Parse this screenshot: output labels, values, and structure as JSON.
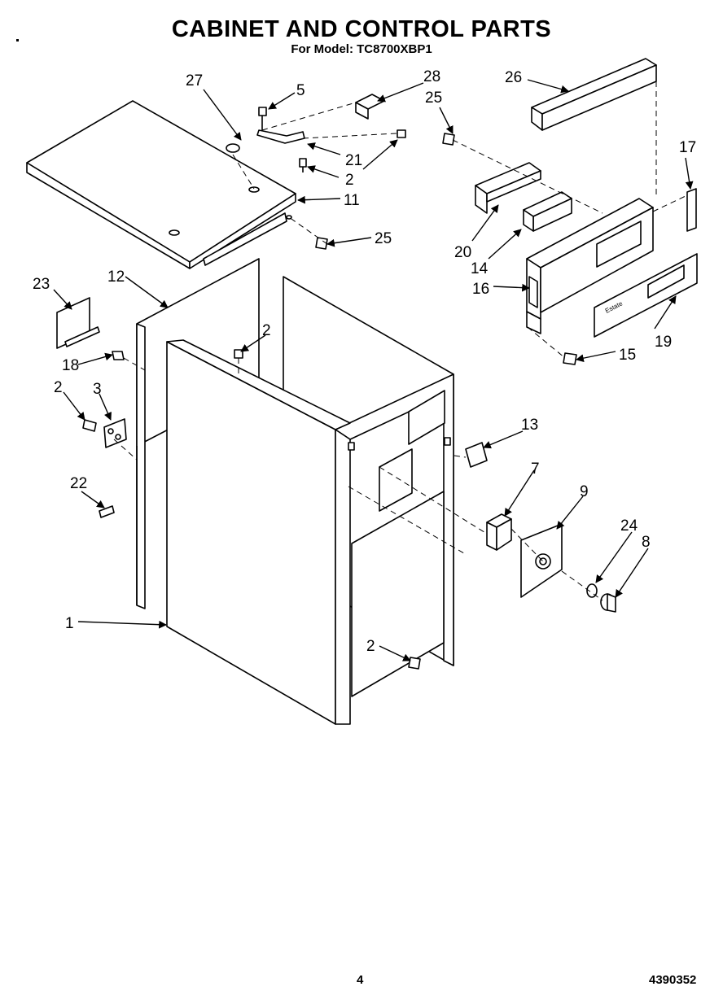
{
  "header": {
    "title": "CABINET AND CONTROL PARTS",
    "subtitle": "For Model: TC8700XBP1"
  },
  "footer": {
    "page_number": "4",
    "doc_code": "4390352"
  },
  "callouts": [
    "27",
    "5",
    "28",
    "25",
    "26",
    "21",
    "2",
    "11",
    "17",
    "25",
    "20",
    "14",
    "16",
    "19",
    "15",
    "23",
    "12",
    "2",
    "18",
    "2",
    "3",
    "13",
    "7",
    "9",
    "22",
    "24",
    "8",
    "1",
    "2"
  ],
  "panel_text": "Estate"
}
